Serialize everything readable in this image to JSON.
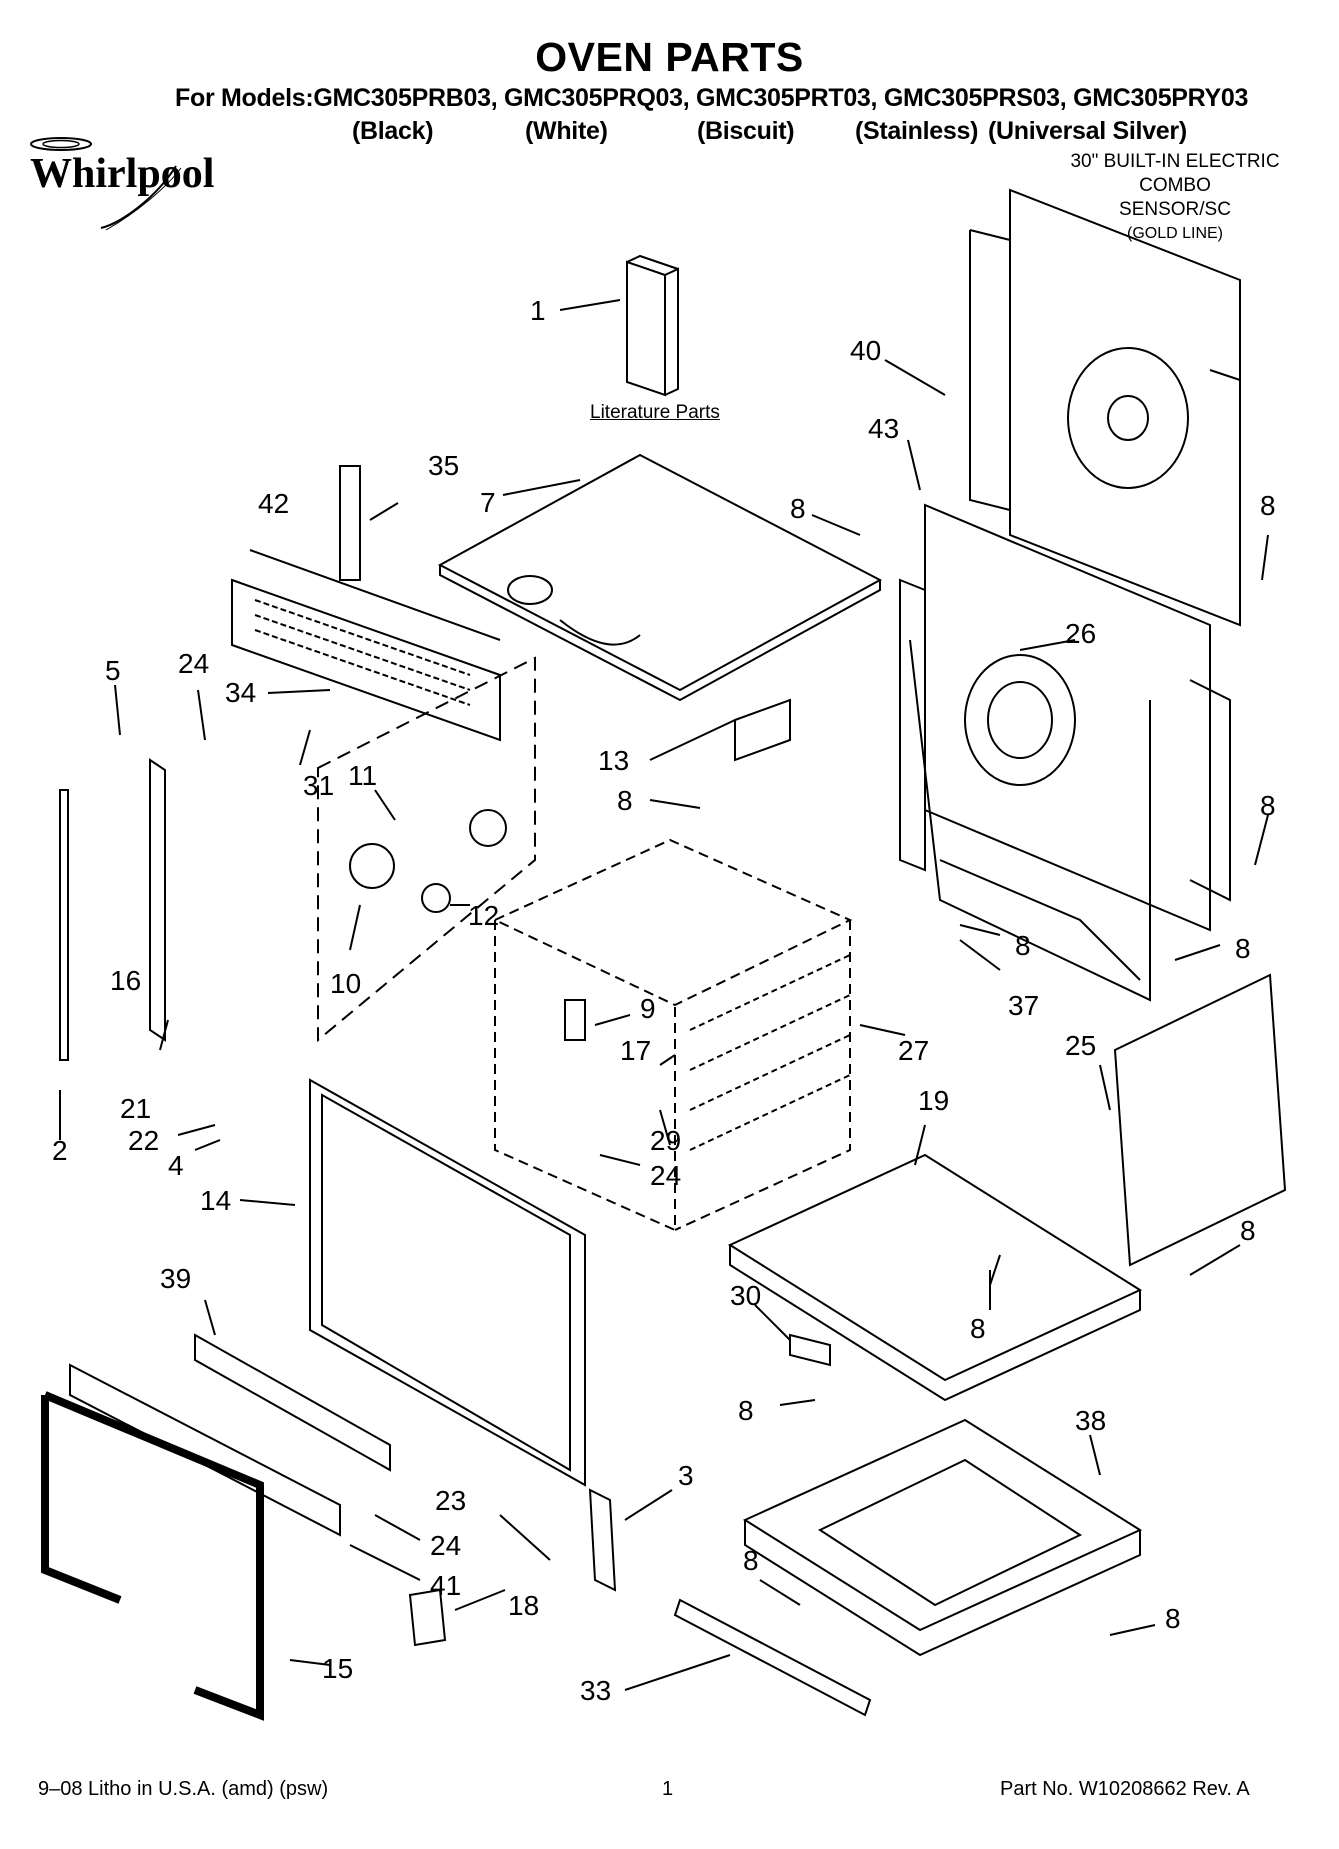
{
  "header": {
    "title": "OVEN PARTS",
    "models_line": "For Models:GMC305PRB03, GMC305PRQ03, GMC305PRT03, GMC305PRS03, GMC305PRY03",
    "colors": [
      "(Black)",
      "(White)",
      "(Biscuit)",
      "(Stainless)",
      "(Universal Silver)"
    ]
  },
  "brand": {
    "logo_text": "Whirlpool"
  },
  "product": {
    "line1": "30\" BUILT-IN ELECTRIC",
    "line2": "COMBO",
    "line3": "SENSOR/SC",
    "line4": "(GOLD LINE)"
  },
  "literature_label": "Literature Parts",
  "callouts": [
    "1",
    "40",
    "43",
    "35",
    "42",
    "7",
    "8",
    "8",
    "26",
    "5",
    "24",
    "34",
    "31",
    "11",
    "13",
    "8",
    "8",
    "12",
    "10",
    "16",
    "9",
    "17",
    "27",
    "8",
    "37",
    "8",
    "21",
    "22",
    "4",
    "2",
    "29",
    "24",
    "25",
    "19",
    "14",
    "8",
    "30",
    "8",
    "39",
    "8",
    "38",
    "23",
    "3",
    "24",
    "41",
    "8",
    "18",
    "8",
    "15",
    "33"
  ],
  "footer": {
    "left": "9–08 Litho in U.S.A. (amd) (psw)",
    "center": "1",
    "right": "Part No. W10208662 Rev. A"
  }
}
